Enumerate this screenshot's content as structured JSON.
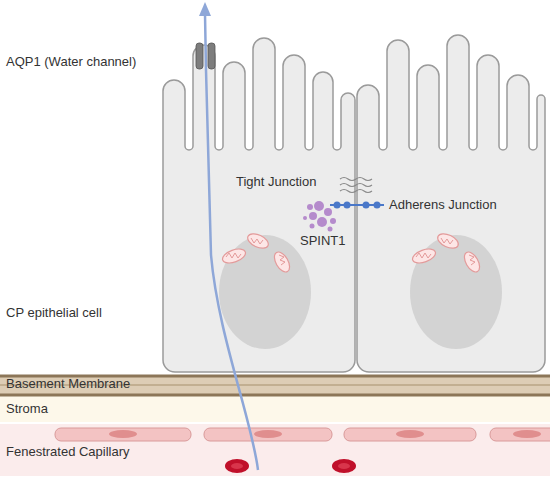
{
  "diagram": {
    "labels": [
      "AQP1 (Water channel)",
      "Tight Junction",
      "Adherens Junction",
      "SPINT1",
      "CP epithelial cell",
      "Basement Membrane",
      "Stroma",
      "Fenestrated Capillary"
    ]
  }
}
